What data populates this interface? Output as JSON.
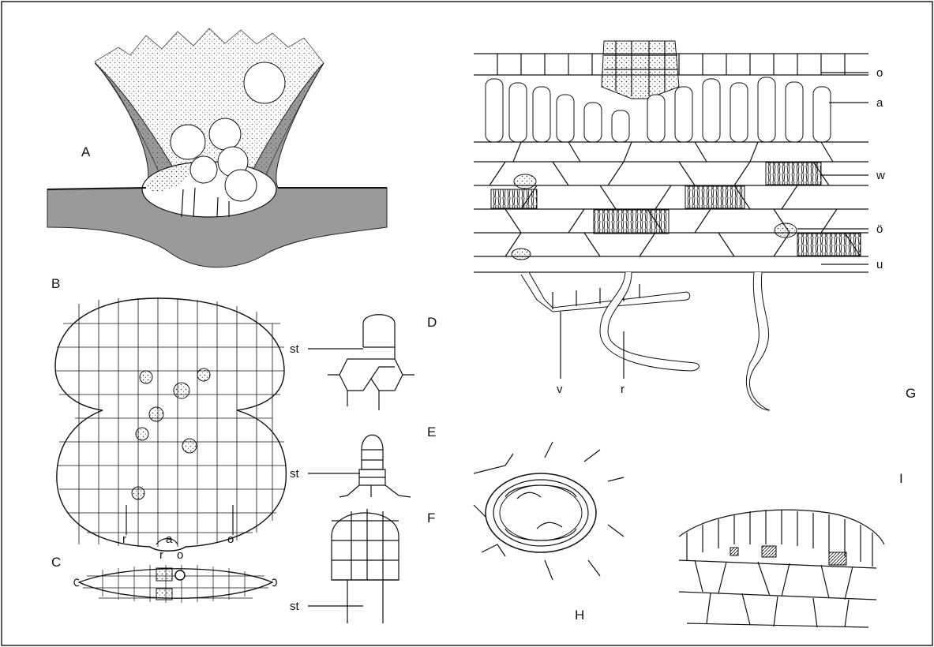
{
  "panels": {
    "A": "A",
    "B": "B",
    "C": "C",
    "D": "D",
    "E": "E",
    "F": "F",
    "G": "G",
    "H": "H",
    "I": "I"
  },
  "labels": {
    "B": {
      "r": "r",
      "a": "a",
      "o": "o"
    },
    "C": {
      "r": "r",
      "o": "o"
    },
    "D": {
      "st": "st"
    },
    "E": {
      "st": "st"
    },
    "F": {
      "st": "st"
    },
    "G": {
      "o": "o",
      "a": "a",
      "w": "w",
      "oe": "ö",
      "u": "u",
      "v": "v",
      "r": "r"
    }
  },
  "colors": {
    "tissue_gray": "#9a9a9a",
    "ink": "#111111",
    "paper": "#ffffff"
  }
}
